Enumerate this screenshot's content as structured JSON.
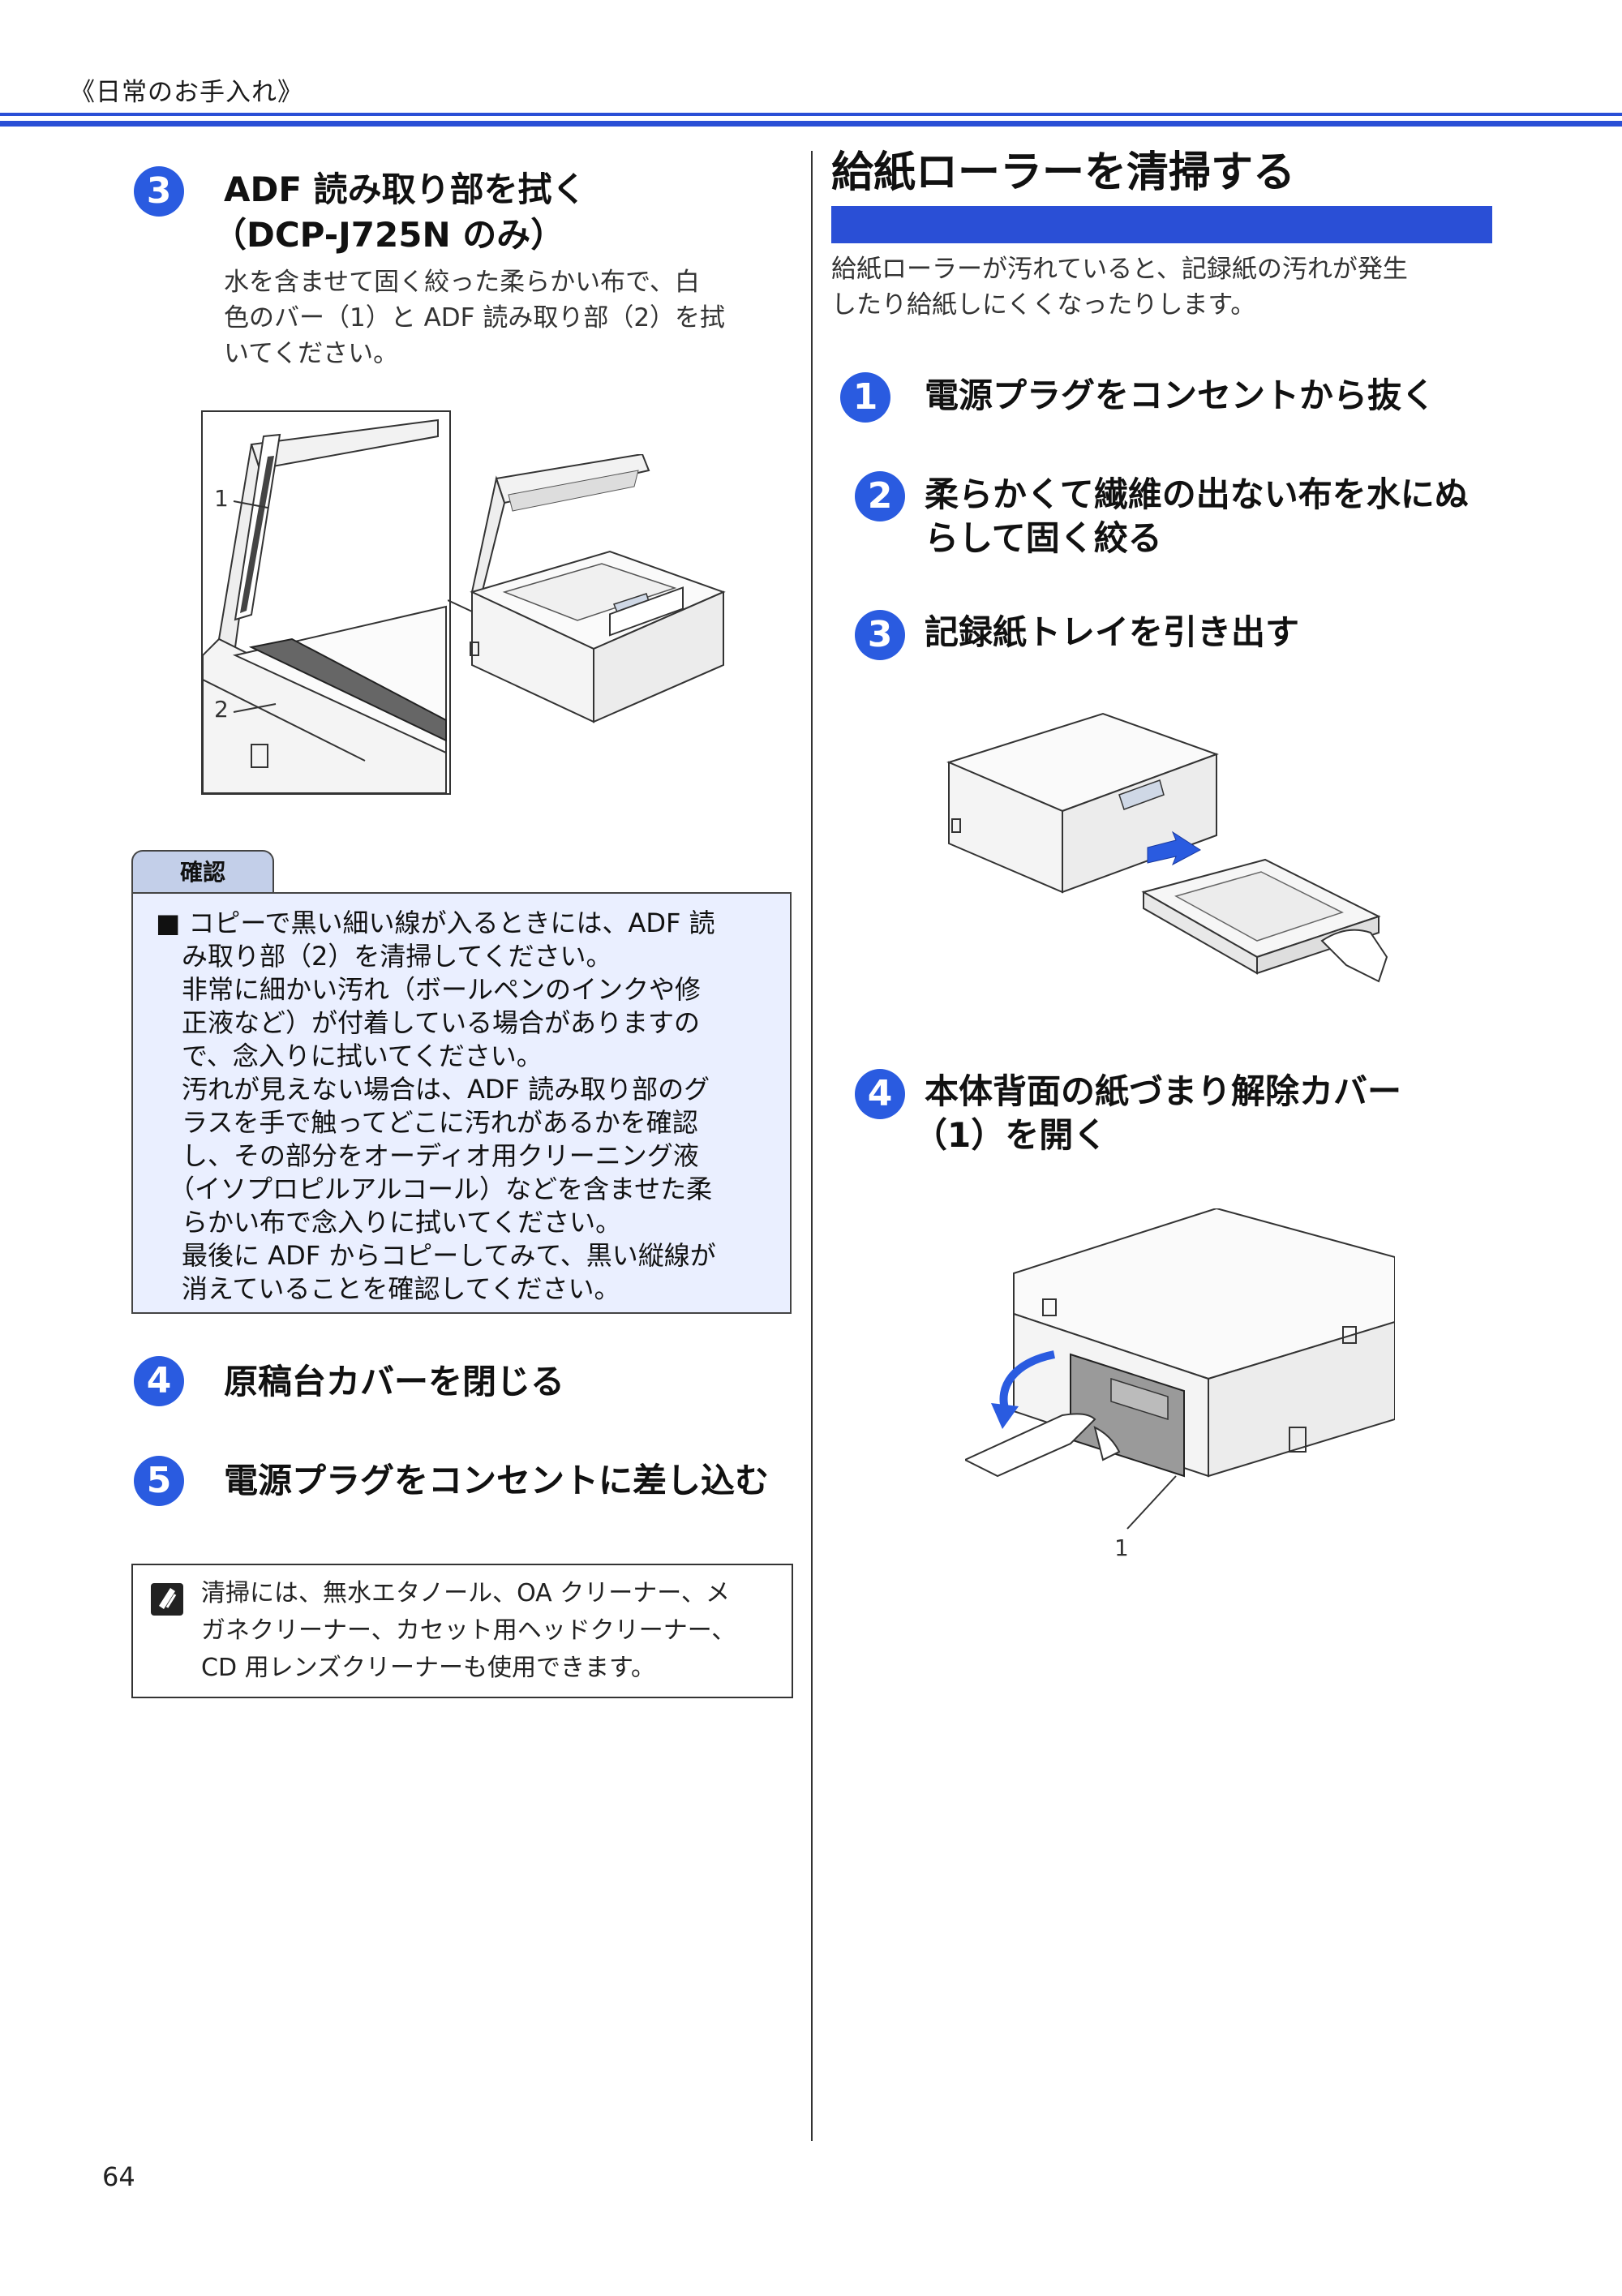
{
  "header": {
    "chapter": "《日常のお手入れ》"
  },
  "left": {
    "step3": {
      "number": "3",
      "title_line1": "ADF 読み取り部を拭く",
      "title_line2": "（DCP-J725N のみ）",
      "body": [
        "水を含ませて固く絞った柔らかい布で、白",
        "色のバー（1）と ADF 読み取り部（2）を拭",
        "いてください。"
      ]
    },
    "figure_labels": {
      "label1": "1",
      "label2": "2"
    },
    "kakunin": {
      "tab_label": "確認",
      "lines": [
        "■ コピーで黒い細い線が入るときには、ADF 読",
        "　み取り部（2）を清掃してください。",
        "　非常に細かい汚れ（ボールペンのインクや修",
        "　正液など）が付着している場合がありますの",
        "　で、念入りに拭いてください。",
        "　汚れが見えない場合は、ADF 読み取り部のグ",
        "　ラスを手で触ってどこに汚れがあるかを確認",
        "　し、その部分をオーディオ用クリーニング液",
        "　（イソプロピルアルコール）などを含ませた柔",
        "　らかい布で念入りに拭いてください。",
        "　最後に ADF からコピーしてみて、黒い縦線が",
        "　消えていることを確認してください。"
      ]
    },
    "step4": {
      "number": "4",
      "title": "原稿台カバーを閉じる"
    },
    "step5": {
      "number": "5",
      "title": "電源プラグをコンセントに差し込む"
    },
    "note": {
      "lines": [
        "清掃には、無水エタノール、OA クリーナー、メ",
        "ガネクリーナー、カセット用ヘッドクリーナー、",
        "CD 用レンズクリーナーも使用できます。"
      ]
    }
  },
  "right": {
    "section_title": "給紙ローラーを清掃する",
    "intro": [
      "給紙ローラーが汚れていると、記録紙の汚れが発生",
      "したり給紙しにくくなったりします。"
    ],
    "step1": {
      "number": "1",
      "title": "電源プラグをコンセントから抜く"
    },
    "step2": {
      "number": "2",
      "title_line1": "柔らかくて繊維の出ない布を水にぬ",
      "title_line2": "らして固く絞る"
    },
    "step3": {
      "number": "3",
      "title": "記録紙トレイを引き出す"
    },
    "step4": {
      "number": "4",
      "title_line1": "本体背面の紙づまり解除カバー",
      "title_line2": "（1）を開く"
    },
    "figure_label": "1"
  },
  "footer": {
    "page_number": "64"
  },
  "colors": {
    "accent": "#2a4fd6",
    "badge": "#2a5be0",
    "kakunin_bg": "#eaefff",
    "kakunin_tab": "#c3cfe9"
  }
}
